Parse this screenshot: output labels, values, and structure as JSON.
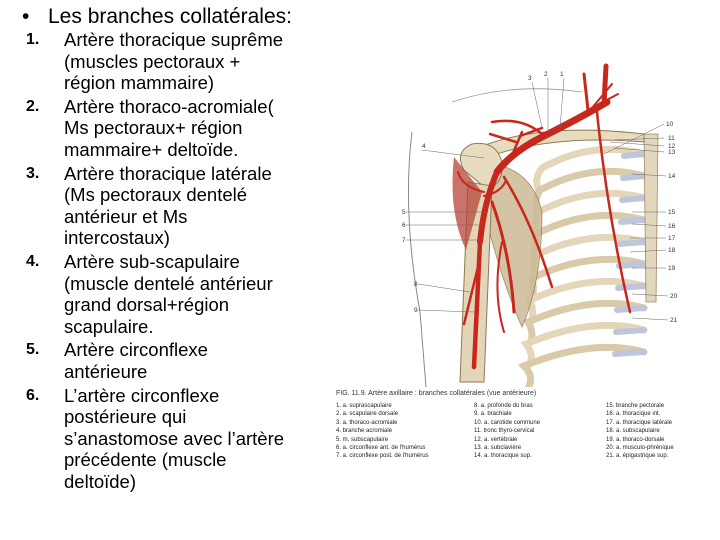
{
  "title": {
    "bullet": "•",
    "text": "Les branches collatérales:"
  },
  "items": [
    {
      "num": "1.",
      "lines": [
        "Artère thoracique suprême",
        "(muscles pectoraux +",
        "région mammaire)"
      ]
    },
    {
      "num": "2.",
      "lines": [
        "Artère thoraco-acromiale(",
        "Ms pectoraux+ région",
        "mammaire+ deltoïde."
      ]
    },
    {
      "num": "3.",
      "lines": [
        "Artère thoracique latérale",
        "(Ms pectoraux dentelé",
        "antérieur et Ms",
        "intercostaux)"
      ]
    },
    {
      "num": "4.",
      "lines": [
        "Artère sub-scapulaire",
        "(muscle dentelé antérieur",
        "grand dorsal+région",
        "scapulaire."
      ]
    },
    {
      "num": "5.",
      "lines": [
        "Artère circonflexe",
        "antérieure"
      ]
    },
    {
      "num": "6.",
      "lines": [
        "L’artère circonflexe",
        "postérieure qui",
        "s’anastomose avec l’artère",
        "précédente (muscle",
        "deltoïde)"
      ]
    }
  ],
  "figure": {
    "caption": "FIG. 11.9. Artère axillaire : branches collatérales (vue antérieure)",
    "left_numbers": [
      "4",
      "5",
      "6",
      "7",
      "8",
      "9"
    ],
    "top_numbers": [
      "3",
      "2",
      "1"
    ],
    "right_numbers": [
      "10",
      "11",
      "12",
      "13",
      "14",
      "15",
      "16",
      "17",
      "18",
      "19",
      "20",
      "21"
    ],
    "legend_col1": [
      "1. a. suprascapulaire",
      "2. a. scapulaire dorsale",
      "3. a. thoraco-acromiale",
      "4. branche acromiale",
      "5. m. subscapulaire",
      "6. a. circonflexe ant. de l'humérus",
      "7. a. circonflexe post. de l'humérus"
    ],
    "legend_col2": [
      "8. a. profonde du bras",
      "9. a. brachiale",
      "10. a. carotide commune",
      "11. tronc thyro-cervical",
      "12. a. vertébrale",
      "13. a. subclavière",
      "14. a. thoracique sup."
    ],
    "legend_col3": [
      "15. branche pectorale",
      "16. a. thoracique int.",
      "17. a. thoracique latérale",
      "18. a. subscapulaire",
      "19. a. thoraco-dorsale",
      "20. a. musculo-phrénique",
      "21. a. épigastrique sup."
    ]
  },
  "colors": {
    "artery": "#c8271d",
    "bone": "#e9dcc2",
    "cartilage": "#bfc6dc",
    "muscle": "#b7443a"
  }
}
